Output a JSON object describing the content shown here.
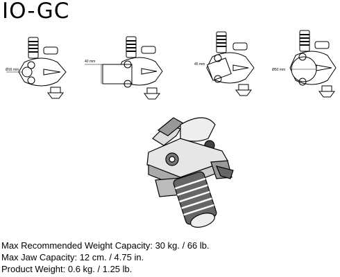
{
  "header": {
    "title": "IO-GC"
  },
  "diagrams": {
    "d1": {
      "dimension_label": "Ø16 mm"
    },
    "d2": {
      "dimension_label": "40 mm"
    },
    "d3": {
      "dimension_label": "45 mm"
    },
    "d4": {
      "dimension_label": "Ø50 mm"
    }
  },
  "specs": {
    "line1": "Max Recommended Weight Capacity: 30 kg. / 66 lb.",
    "line2": "Max Jaw Capacity: 12 cm. / 4.75 in.",
    "line3": "Product Weight: 0.6 kg. / 1.25 lb."
  }
}
